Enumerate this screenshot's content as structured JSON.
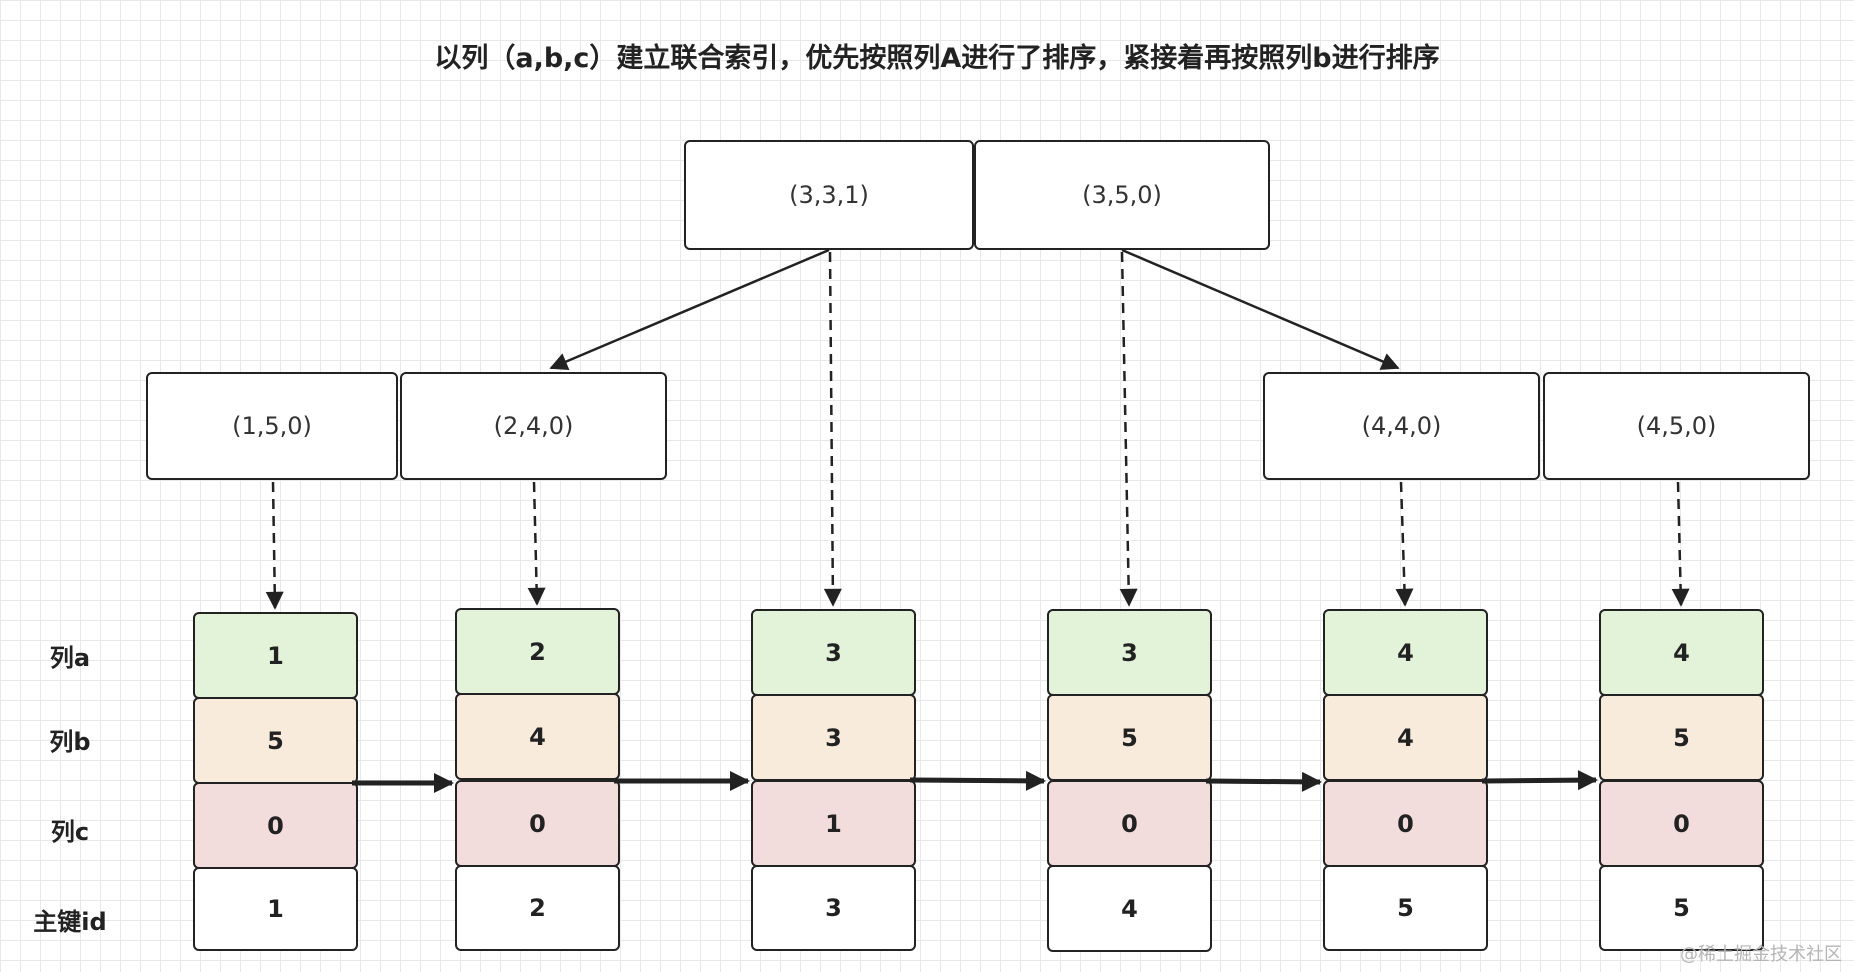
{
  "title": "以列（a,b,c）建立联合索引，优先按照列A进行了排序，紧接着再按照列b进行排序",
  "root_keys": [
    "(3,3,1)",
    "(3,5,0)"
  ],
  "leaf_keys": [
    "(1,5,0)",
    "(2,4,0)",
    "(4,4,0)",
    "(4,5,0)"
  ],
  "row_labels": [
    "列a",
    "列b",
    "列c",
    "主键id"
  ],
  "records": [
    {
      "a": "1",
      "b": "5",
      "c": "0",
      "id": "1"
    },
    {
      "a": "2",
      "b": "4",
      "c": "0",
      "id": "2"
    },
    {
      "a": "3",
      "b": "3",
      "c": "1",
      "id": "3"
    },
    {
      "a": "3",
      "b": "5",
      "c": "0",
      "id": "4"
    },
    {
      "a": "4",
      "b": "4",
      "c": "0",
      "id": "5"
    },
    {
      "a": "4",
      "b": "5",
      "c": "0",
      "id": "5"
    }
  ],
  "watermark": "@稀土掘金技术社区",
  "colors": {
    "row_a": "#e3f3d9",
    "row_b": "#f8ebdc",
    "row_c": "#f2dcdc",
    "row_id": "#ffffff",
    "stroke": "#222222"
  }
}
